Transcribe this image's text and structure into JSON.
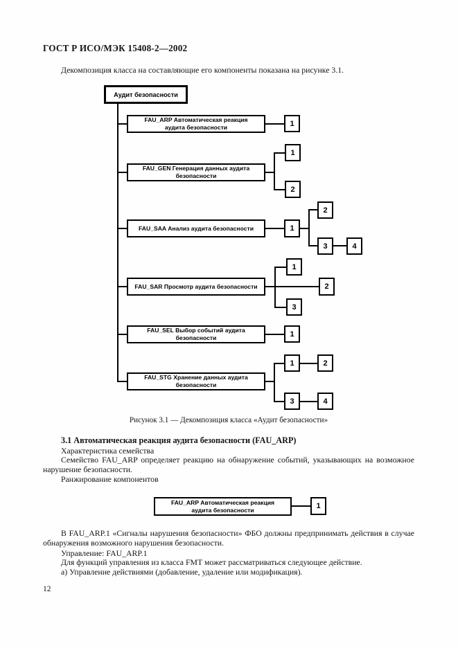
{
  "colors": {
    "ink": "#000000",
    "paper": "#fefefe"
  },
  "header": {
    "doc_id": "ГОСТ Р ИСО/МЭК 15408-2—2002"
  },
  "intro_paragraph": "Декомпозиция класса на составляющие его компоненты показана на рисунке 3.1.",
  "figure": {
    "root_label": "Аудит безопасности",
    "families": [
      {
        "label": "FAU_ARP Автоматическая реакция аудита безопасности",
        "components": [
          "1"
        ]
      },
      {
        "label": "FAU_GEN Генерация данных аудита безопасности",
        "components": [
          "1",
          "2"
        ]
      },
      {
        "label": "FAU_SAA Анализ аудита безопасности",
        "components": [
          "1",
          "2",
          "3",
          "4"
        ]
      },
      {
        "label": "FAU_SAR Просмотр аудита безопасности",
        "components": [
          "1",
          "2",
          "3"
        ]
      },
      {
        "label": "FAU_SEL Выбор событий аудита безопасности",
        "components": [
          "1"
        ]
      },
      {
        "label": "FAU_STG Хранение данных аудита безопасности",
        "components": [
          "1",
          "2",
          "3",
          "4"
        ]
      }
    ],
    "caption": "Рисунок 3.1 — Декомпозиция класса «Аудит безопасности»"
  },
  "section": {
    "heading": "3.1 Автоматическая реакция аудита безопасности (FAU_ARP)",
    "family_characteristics_label": "Характеристика семейства",
    "family_description": "Семейство FAU_ARP определяет реакцию на обнаружение событий, указывающих на возможное нарушение безопасности.",
    "component_leveling_label": "Ранжирование компонентов",
    "component_figure": {
      "label": "FAU_ARP Автоматическая реакция аудита безопасности",
      "component": "1"
    },
    "paragraphs": [
      "В FAU_ARP.1 «Сигналы нарушения безопасности» ФБО должны предпринимать действия в случае обнаружения возможного нарушения безопасности.",
      "Управление: FAU_ARP.1",
      "Для функций управления из класса FMT может рассматриваться следующее действие.",
      "а) Управление действиями (добавление, удаление или модификация)."
    ]
  },
  "footer": {
    "page_number": "12"
  }
}
